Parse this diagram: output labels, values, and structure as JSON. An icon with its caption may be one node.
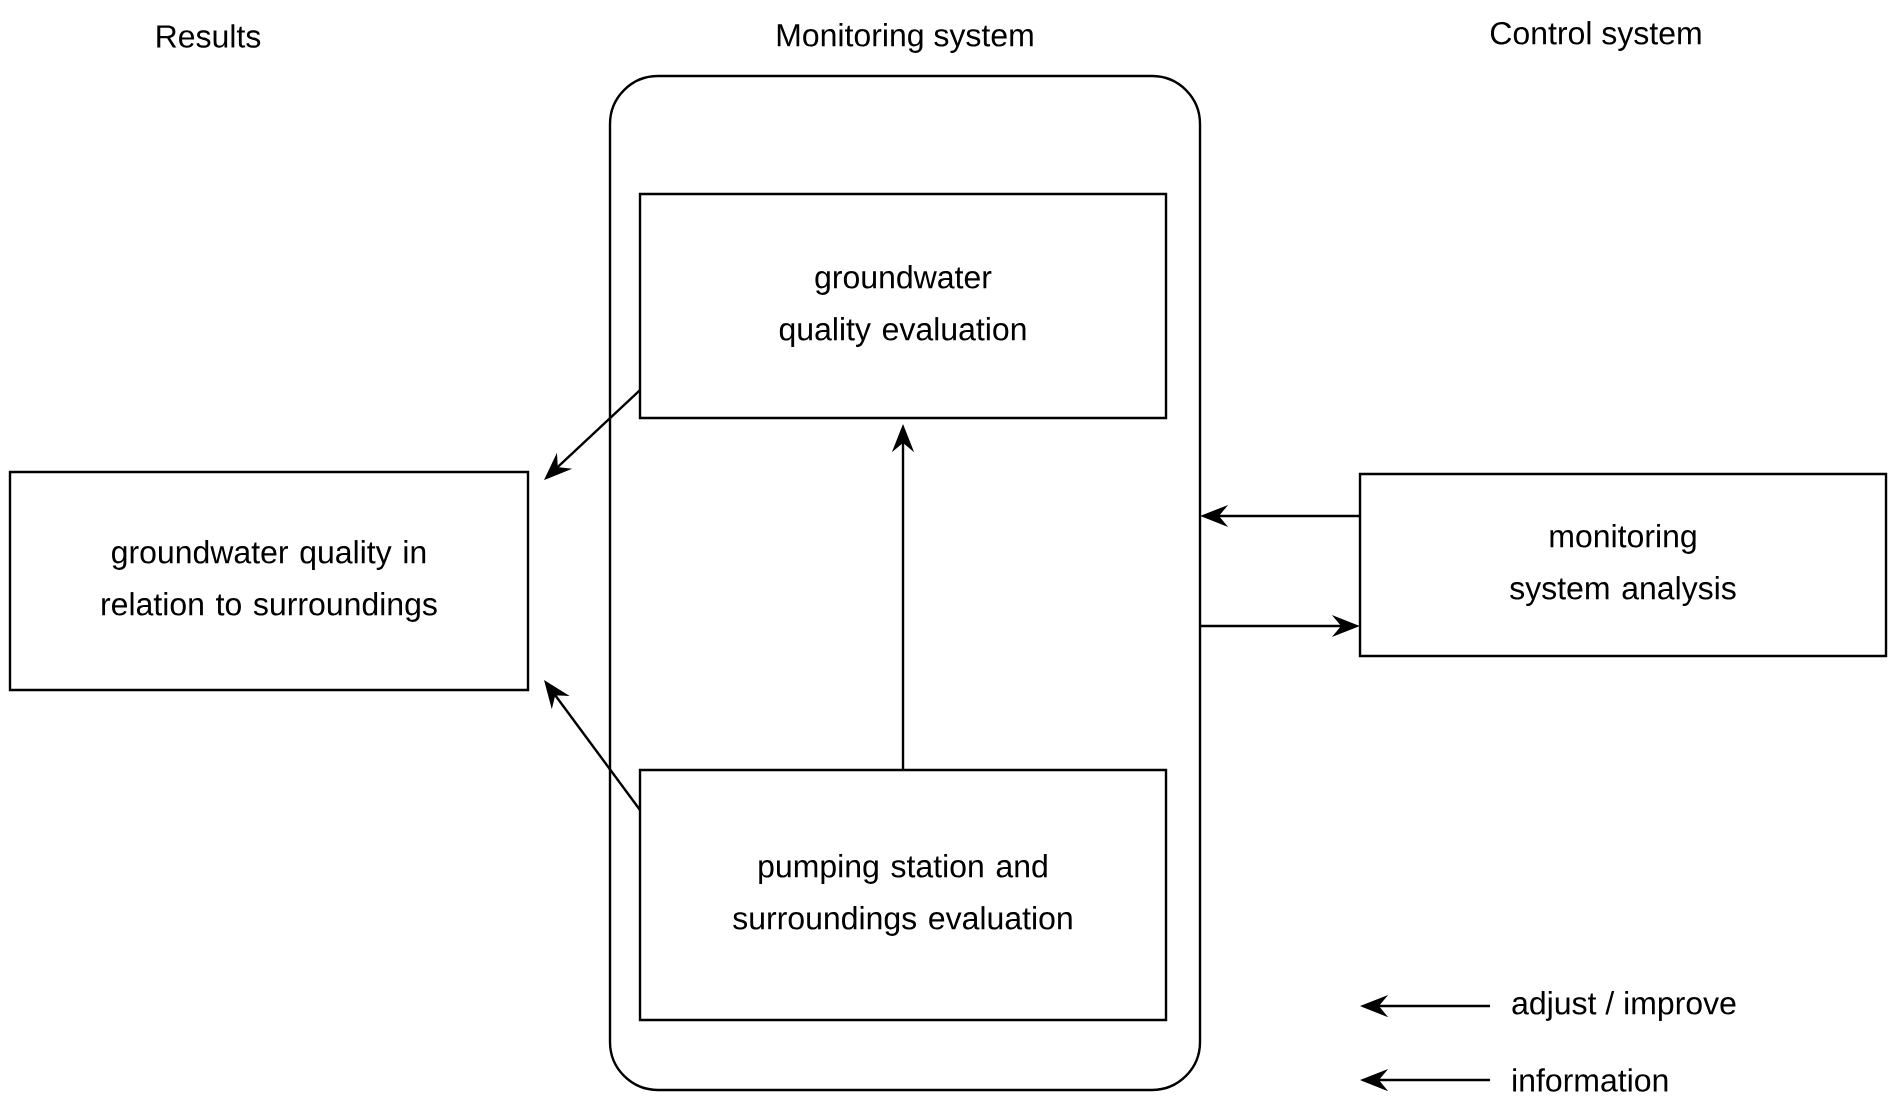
{
  "diagram": {
    "nodes": [
      {
        "text": [
          "Monitoring system"
        ]
      },
      {
        "text": [
          "groundwater quality evaluation"
        ],
        "in": 0
      },
      {
        "text": [
          "groundwater quality in relation to surroundings"
        ]
      },
      {
        "text": [
          "pumping station and surroundings evaluation"
        ],
        "in": 0
      },
      {
        "text": [
          "monitoring system analysis"
        ]
      }
    ],
    "edges": [
      {
        "from": 1,
        "to": 2,
        "arrow": "to"
      },
      {
        "from": 3,
        "to": 2,
        "arrow": "to"
      },
      {
        "from": 3,
        "to": 1,
        "arrow": "to"
      },
      {
        "from": 4,
        "to": 0,
        "arrow": "to"
      },
      {
        "from": 0,
        "to": 4,
        "arrow": "to"
      }
    ],
    "labels": [
      "Results",
      "Control system"
    ],
    "legend": [
      {
        "text": "adjust / improve"
      },
      {
        "text": "information"
      }
    ]
  }
}
